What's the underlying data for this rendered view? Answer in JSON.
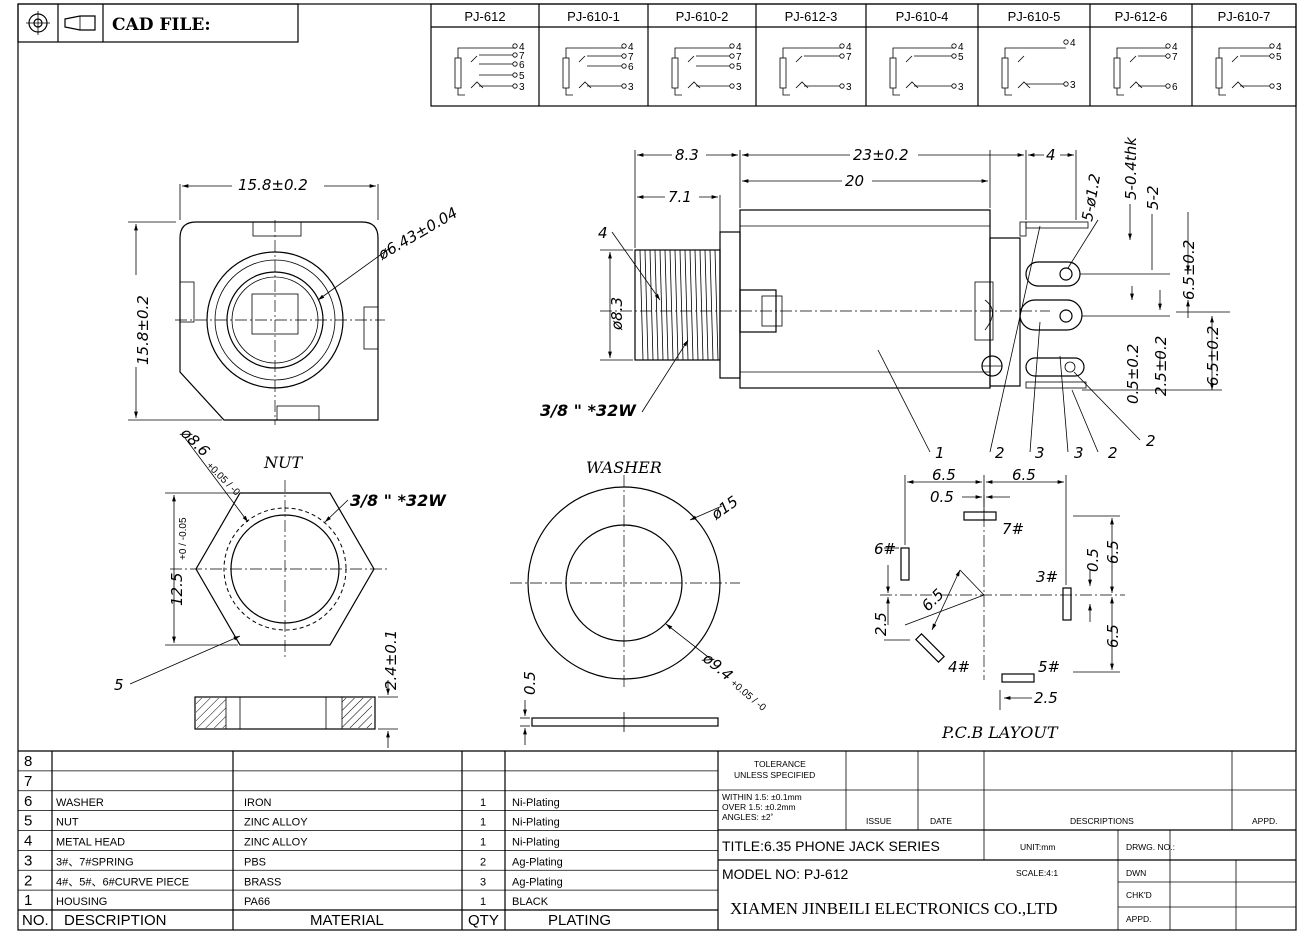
{
  "header": {
    "cad_label": "CAD FILE:",
    "models": [
      {
        "name": "PJ-612",
        "pins": [
          "4",
          "7",
          "6",
          "5",
          "3"
        ]
      },
      {
        "name": "PJ-610-1",
        "pins": [
          "4",
          "7",
          "6",
          "3"
        ]
      },
      {
        "name": "PJ-610-2",
        "pins": [
          "4",
          "7",
          "5",
          "3"
        ]
      },
      {
        "name": "PJ-612-3",
        "pins": [
          "4",
          "7",
          "3"
        ]
      },
      {
        "name": "PJ-610-4",
        "pins": [
          "4",
          "5",
          "3"
        ]
      },
      {
        "name": "PJ-610-5",
        "pins": [
          "4",
          "3"
        ]
      },
      {
        "name": "PJ-612-6",
        "pins": [
          "4",
          "7",
          "6"
        ]
      },
      {
        "name": "PJ-610-7",
        "pins": [
          "4",
          "5",
          "3"
        ]
      }
    ]
  },
  "front_view": {
    "width_dim": "15.8±0.2",
    "height_dim": "15.8±0.2",
    "bore_dim": "ø6.43±0.04"
  },
  "side_view": {
    "dim_8_3": "8.3",
    "dim_7_1": "7.1",
    "dim_23": "23±0.2",
    "dim_20": "20",
    "dim_4": "4",
    "dim_hole": "5-ø1.2",
    "dim_thk": "5-0.4thk",
    "dim_5_2": "5-2",
    "dim_dia": "ø8.3",
    "dim_65a": "6.5±0.2",
    "dim_65b": "6.5±0.2",
    "dim_25": "2.5±0.2",
    "dim_05": "0.5±0.2",
    "thread": "3/8 \" *32W",
    "callouts": [
      "4",
      "1",
      "2",
      "3",
      "3",
      "2",
      "2"
    ]
  },
  "nut": {
    "title": "NUT",
    "across_corners": "ø8.6",
    "across_corners_tol": "+0.05 / -0",
    "across_flats": "12.5",
    "across_flats_tol": "+0 / -0.05",
    "thread": "3/8 \" *32W",
    "thickness": "2.4±0.1",
    "callout": "5"
  },
  "washer": {
    "title": "WASHER",
    "outer": "ø15",
    "inner": "ø9.4",
    "inner_tol": "+0.05 / -0",
    "thickness": "0.5"
  },
  "pcb": {
    "title": "P.C.B LAYOUT",
    "dims": [
      "6.5",
      "6.5",
      "0.5",
      "0.5",
      "6.5",
      "2.5",
      "6.5",
      "6.5",
      "2.5"
    ],
    "pins": [
      "7#",
      "6#",
      "3#",
      "4#",
      "5#"
    ]
  },
  "bom": {
    "rows": [
      {
        "no": "8",
        "desc": "",
        "material": "",
        "qty": "",
        "plating": ""
      },
      {
        "no": "7",
        "desc": "",
        "material": "",
        "qty": "",
        "plating": ""
      },
      {
        "no": "6",
        "desc": "WASHER",
        "material": "IRON",
        "qty": "1",
        "plating": "Ni-Plating"
      },
      {
        "no": "5",
        "desc": "NUT",
        "material": "ZINC ALLOY",
        "qty": "1",
        "plating": "Ni-Plating"
      },
      {
        "no": "4",
        "desc": "METAL HEAD",
        "material": "ZINC ALLOY",
        "qty": "1",
        "plating": "Ni-Plating"
      },
      {
        "no": "3",
        "desc": "3#、7#SPRING",
        "material": "PBS",
        "qty": "2",
        "plating": "Ag-Plating"
      },
      {
        "no": "2",
        "desc": "4#、5#、6#CURVE PIECE",
        "material": "BRASS",
        "qty": "3",
        "plating": "Ag-Plating"
      },
      {
        "no": "1",
        "desc": "HOUSING",
        "material": "PA66",
        "qty": "1",
        "plating": "BLACK"
      }
    ],
    "headers": {
      "no": "NO.",
      "desc": "DESCRIPTION",
      "material": "MATERIAL",
      "qty": "QTY",
      "plating": "PLATING"
    }
  },
  "titleblock": {
    "tol_title1": "TOLERANCE",
    "tol_title2": "UNLESS SPECIFIED",
    "tol1": "WITHIN 1.5: ±0.1mm",
    "tol2": "OVER 1.5:  ±0.2mm",
    "tol3": "ANGLES: ±2˚",
    "issue": "ISSUE",
    "date": "DATE",
    "descriptions": "DESCRIPTIONS",
    "appd": "APPD.",
    "title": "TITLE:6.35 PHONE JACK SERIES",
    "unit": "UNIT:mm",
    "drwg_no": "DRWG. NO.:",
    "model": "MODEL NO: PJ-612",
    "scale": "SCALE:4:1",
    "dwn": "DWN",
    "chkd": "CHK'D",
    "appd2": "APPD.",
    "company": "XIAMEN JINBEILI ELECTRONICS CO.,LTD"
  }
}
